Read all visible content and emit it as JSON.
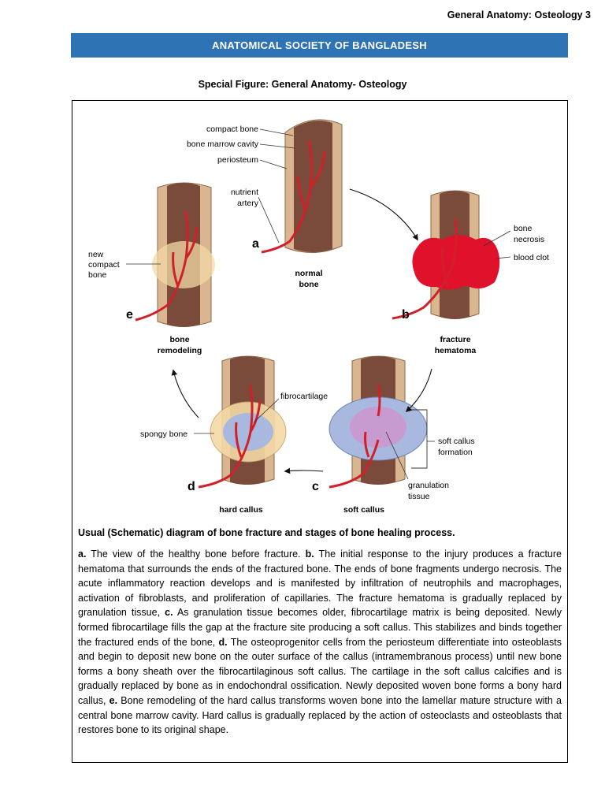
{
  "header": {
    "running_title": "General Anatomy: Osteology 3",
    "banner": "ANATOMICAL SOCIETY OF BANGLADESH",
    "figure_heading": "Special Figure: General Anatomy- Osteology"
  },
  "figure": {
    "labels": {
      "compact_bone": "compact bone",
      "bone_marrow_cavity": "bone marrow cavity",
      "periosteum": "periosteum",
      "nutrient": "nutrient",
      "artery": "artery",
      "bone": "bone",
      "necrosis": "necrosis",
      "blood_clot": "blood clot",
      "new": "new",
      "compact": "compact",
      "bone2": "bone",
      "fibrocartilage": "fibrocartilage",
      "spongy_bone": "spongy bone",
      "soft_callus": "soft callus",
      "formation": "formation",
      "granulation": "granulation",
      "tissue": "tissue"
    },
    "stages": {
      "a": {
        "letter": "a",
        "line1": "normal",
        "line2": "bone"
      },
      "b": {
        "letter": "b",
        "line1": "fracture",
        "line2": "hematoma"
      },
      "c": {
        "letter": "c",
        "line1": "soft callus"
      },
      "d": {
        "letter": "d",
        "line1": "hard callus"
      },
      "e": {
        "letter": "e",
        "line1": "bone",
        "line2": "remodeling"
      }
    },
    "colors": {
      "bone_outer": "#d9b590",
      "bone_inner": "#7a4b3a",
      "artery": "#d0202a",
      "clot": "#e0112a",
      "soft_callus": "#a8b8de",
      "new_bone": "#f3d9a6"
    }
  },
  "caption": {
    "title": "Usual (Schematic) diagram of bone fracture and stages of bone healing process.",
    "segments": [
      {
        "label": "a.",
        "text": " The view of the healthy bone before fracture. "
      },
      {
        "label": "b.",
        "text": " The initial response to the injury produces a fracture hematoma that surrounds the ends of the fractured bone. The ends of bone fragments undergo necrosis. The acute inflammatory reaction develops and is manifested by infiltration of neutrophils and macrophages, activation of fibroblasts, and proliferation of capillaries. The fracture hematoma is gradually replaced by granulation tissue, "
      },
      {
        "label": "c.",
        "text": " As granulation tissue becomes older, fibrocartilage matrix is being deposited. Newly formed fibrocartilage fills the gap at the fracture site producing a soft callus. This stabilizes and binds together the fractured ends of the bone, "
      },
      {
        "label": "d.",
        "text": " The osteoprogenitor cells from the periosteum differentiate into osteoblasts and begin to deposit new bone on the outer surface of the callus (intramembranous process) until new bone forms a bony sheath over the fibrocartilaginous soft callus. The cartilage in the soft callus calcifies and is gradually replaced by bone as in endochondral ossification. Newly deposited woven bone forms a bony hard callus, "
      },
      {
        "label": "e.",
        "text": " Bone remodeling of the hard callus transforms woven bone into the lamellar mature structure with a central bone marrow cavity. Hard callus is gradually replaced by the action of osteoclasts and osteoblasts that restores bone to its original shape."
      }
    ]
  }
}
